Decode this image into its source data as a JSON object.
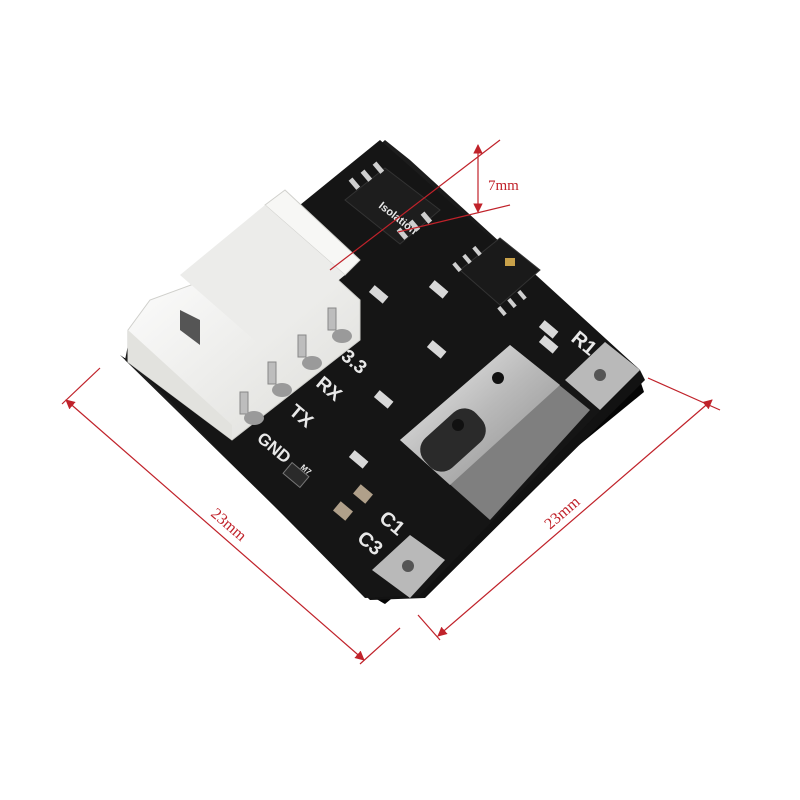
{
  "image": {
    "subject": "USB Type-C to UART isolation module",
    "background_color": "#ffffff",
    "board_color": "#141414",
    "connector_color": "#f4f4f2",
    "dimension_color": "#c0222a"
  },
  "dimensions": {
    "thickness": "7mm",
    "width": "23mm",
    "depth": "23mm"
  },
  "silkscreen": {
    "pin_3v3": "3.3",
    "pin_rx": "RX",
    "pin_tx": "TX",
    "pin_gnd": "GND",
    "ref_r1": "R1",
    "ref_c1": "C1",
    "ref_c3": "C3",
    "chip_label": "Isolation",
    "diode_label": "M7"
  }
}
